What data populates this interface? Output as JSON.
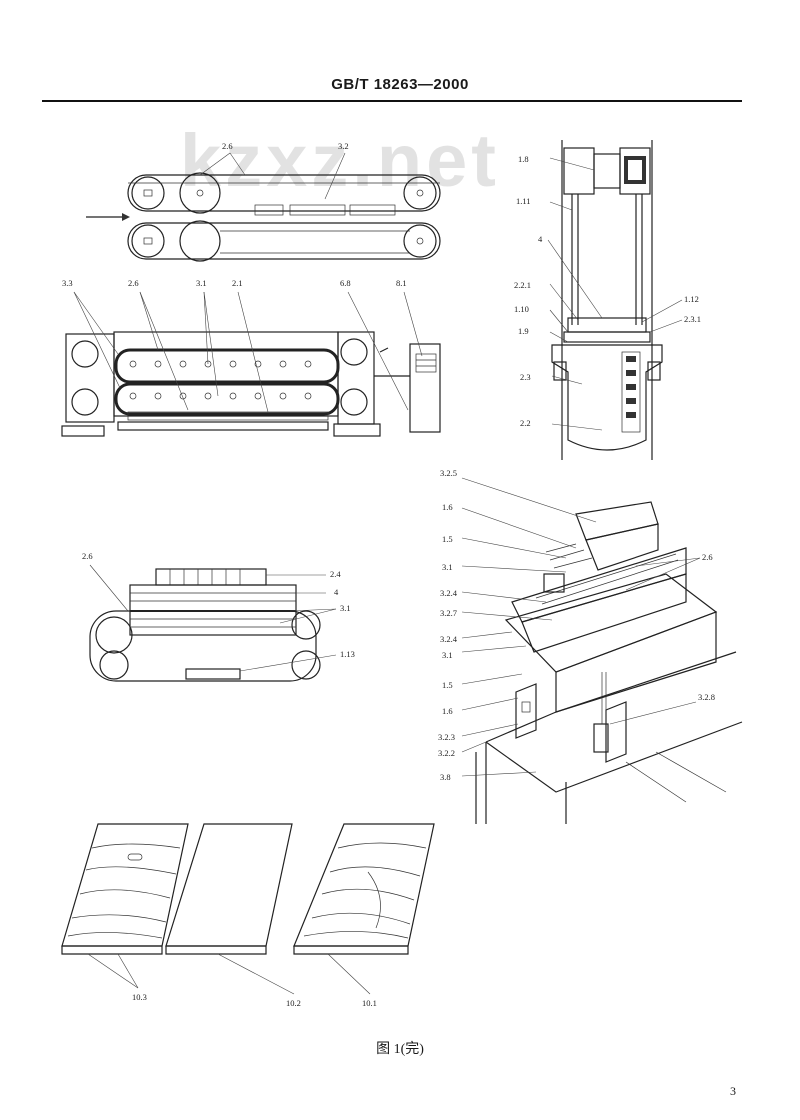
{
  "header": {
    "standard_number": "GB/T 18263—2000"
  },
  "watermark": "kzxz.net",
  "figures": {
    "belt_top": {
      "labels": [
        "2.6",
        "3.2"
      ]
    },
    "belt_press": {
      "labels": [
        "3.3",
        "2.6",
        "3.1",
        "2.1",
        "6.8",
        "8.1"
      ]
    },
    "column": {
      "labels": [
        "1.8",
        "1.11",
        "4",
        "2.2.1",
        "1.10",
        "1.9",
        "1.12",
        "2.3.1",
        "2.3",
        "2.2"
      ]
    },
    "iso": {
      "labels": [
        "3.2.5",
        "1.6",
        "1.5",
        "3.1",
        "2.6",
        "3.2.4",
        "3.2.7",
        "3.2.4",
        "3.1",
        "1.5",
        "1.6",
        "3.2.8",
        "3.2.3",
        "3.2.2",
        "3.8"
      ]
    },
    "loop": {
      "labels": [
        "2.6",
        "2.4",
        "4",
        "3.1",
        "1.13"
      ]
    },
    "boards": {
      "labels": [
        "10.3",
        "10.2",
        "10.1"
      ]
    }
  },
  "caption": "图 1(完)",
  "page_number": "3"
}
